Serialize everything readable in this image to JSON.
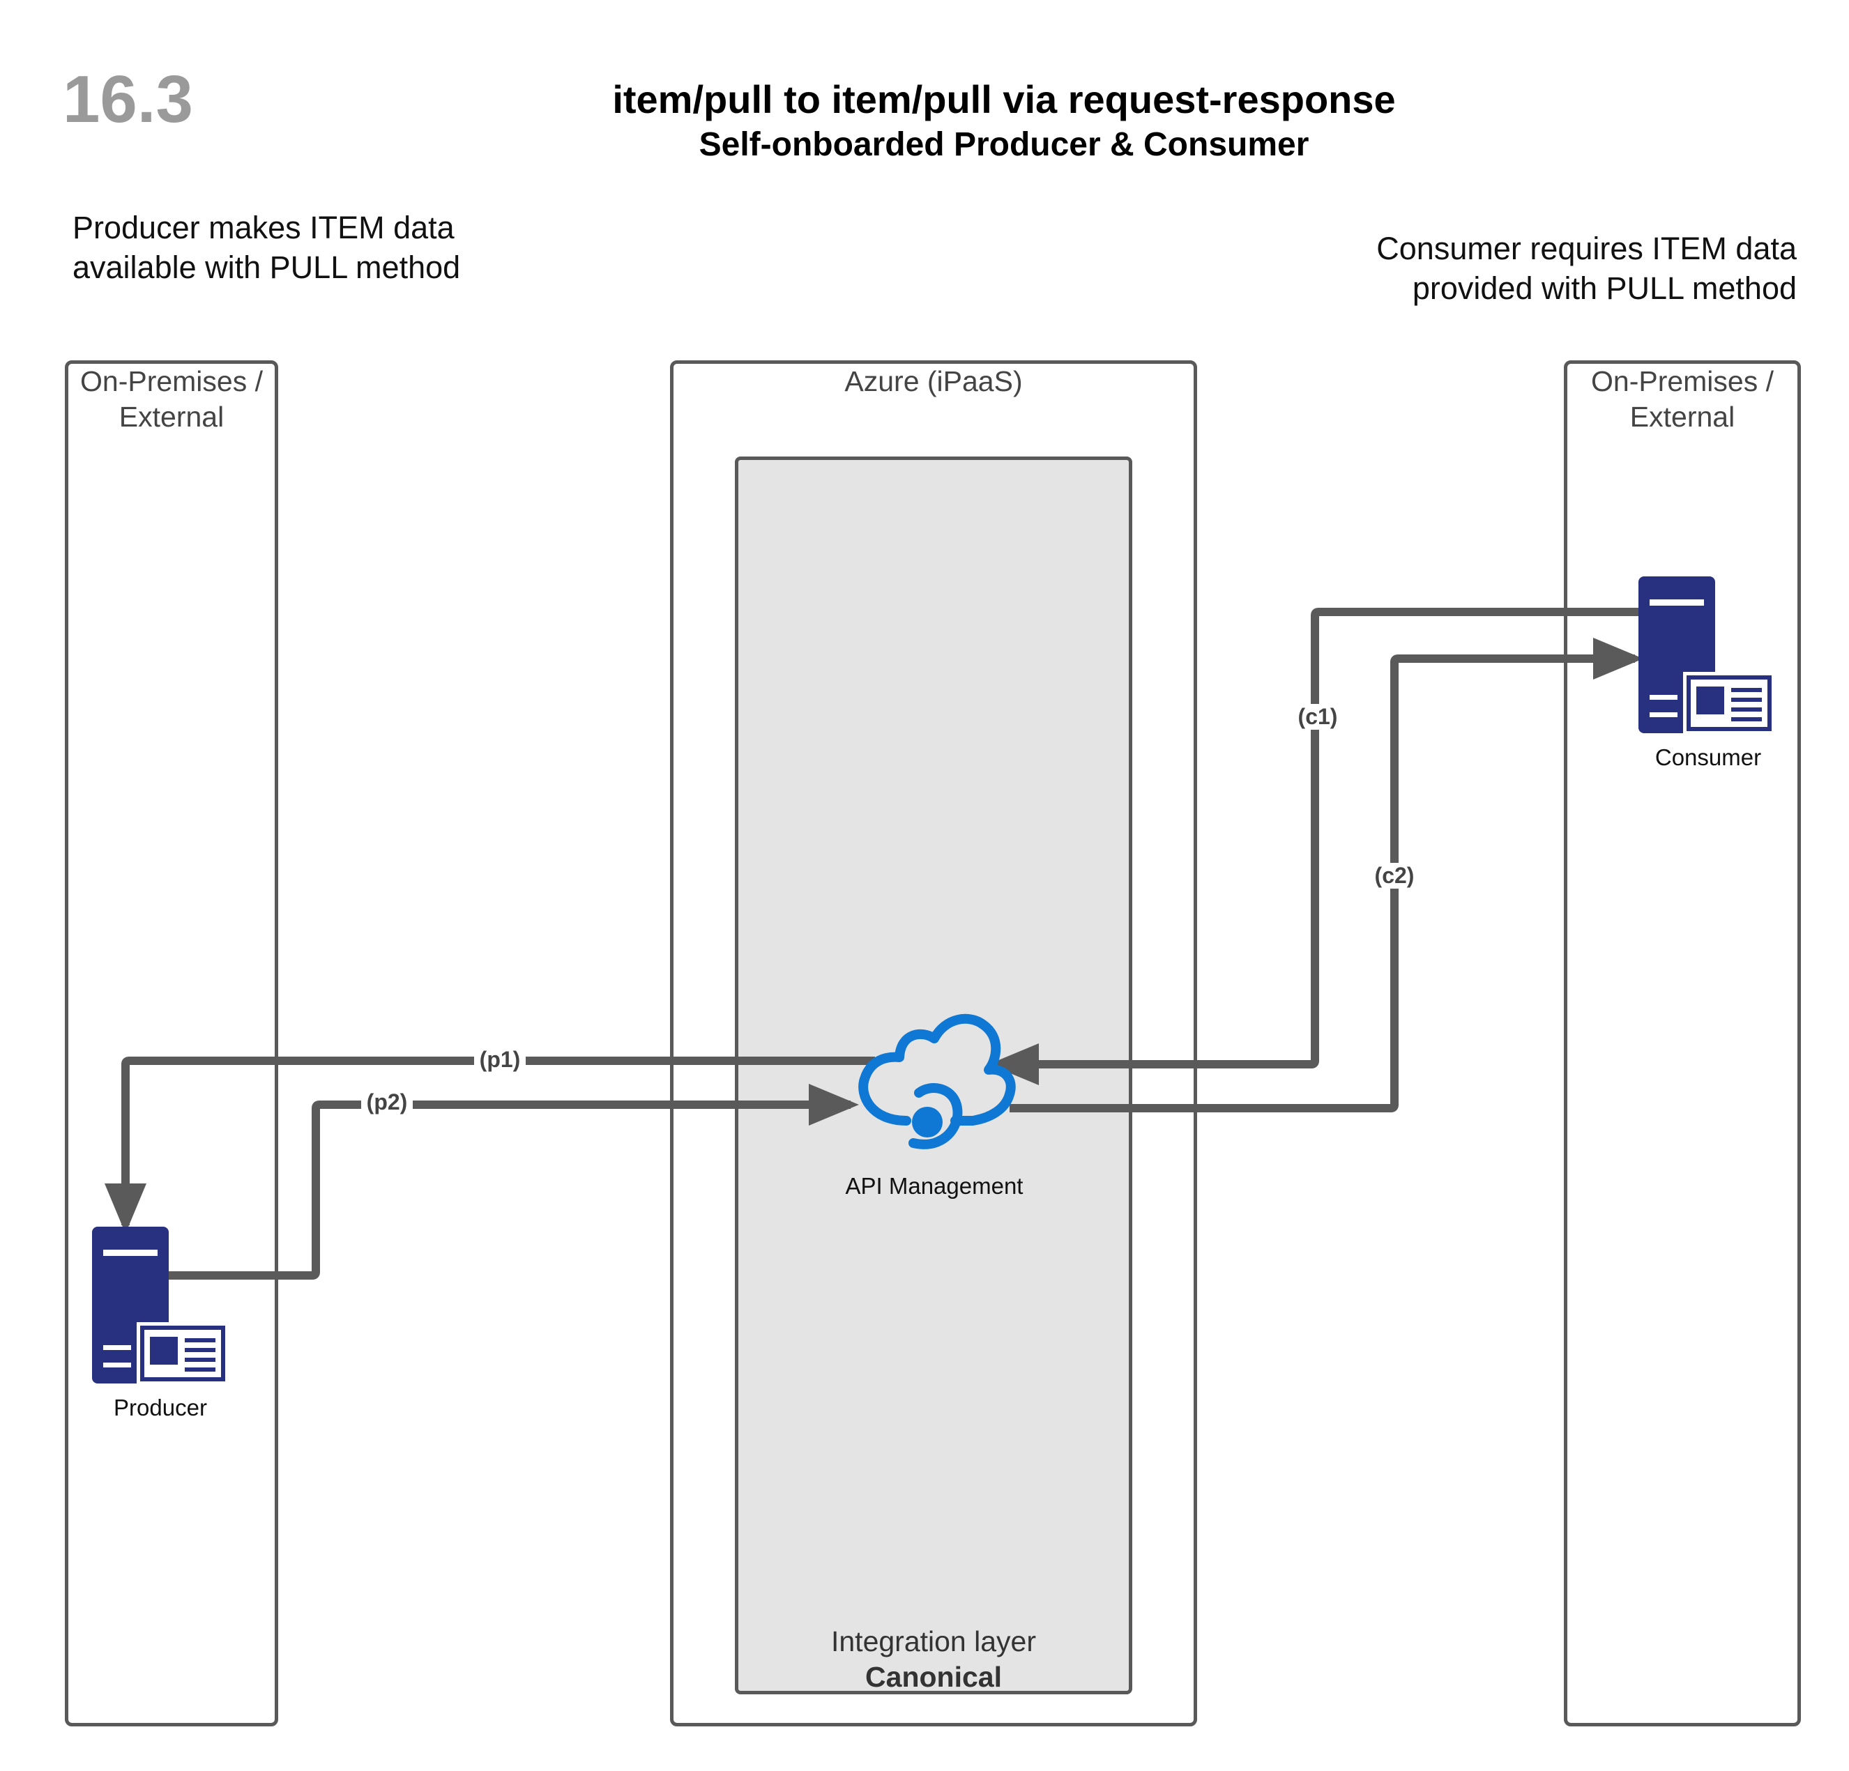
{
  "header": {
    "number": "16.3",
    "title": "item/pull to item/pull via request-response",
    "subtitle": "Self-onboarded Producer & Consumer"
  },
  "notes": {
    "producer": "Producer makes ITEM data\navailable with PULL method",
    "consumer": "Consumer requires ITEM data\nprovided with PULL method"
  },
  "lanes": {
    "left": "On-Premises /\nExternal",
    "center": "Azure (iPaaS)",
    "right": "On-Premises /\nExternal"
  },
  "integration_layer": {
    "label": "Integration layer",
    "sublabel": "Canonical"
  },
  "nodes": {
    "producer": {
      "label": "Producer",
      "icon": "server-icon"
    },
    "consumer": {
      "label": "Consumer",
      "icon": "server-icon"
    },
    "api_management": {
      "label": "API Management",
      "icon": "api-management-cloud-icon"
    }
  },
  "flows": {
    "p1": "(p1)",
    "p2": "(p2)",
    "c1": "(c1)",
    "c2": "(c2)"
  },
  "colors": {
    "connector": "#5a5a5a",
    "server": "#283180",
    "cloud": "#0f78d4",
    "lane_border": "#595959",
    "integration_fill": "#e4e4e4",
    "number": "#9a9a9a"
  }
}
